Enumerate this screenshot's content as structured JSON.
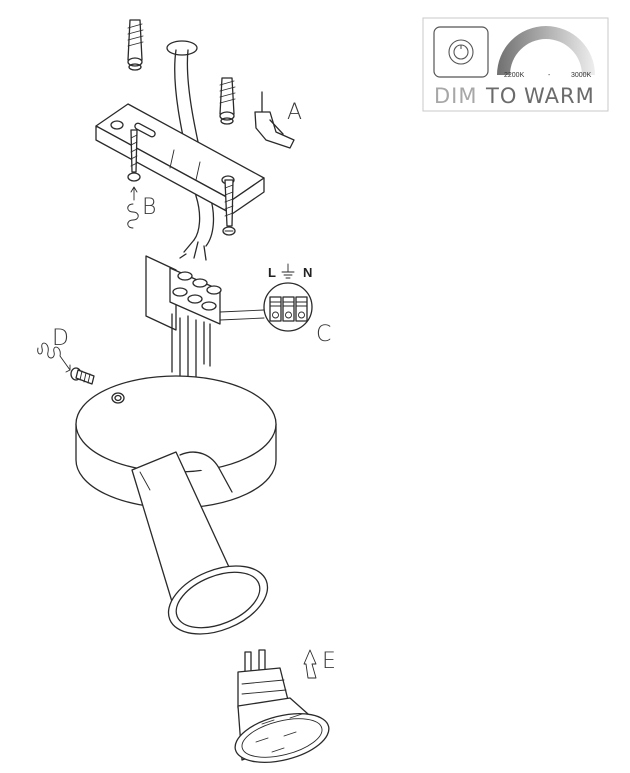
{
  "callouts": {
    "a": "A",
    "b": "B",
    "c": "C",
    "d": "D",
    "e": "E"
  },
  "terminal": {
    "live": "L",
    "neutral": "N"
  },
  "badge": {
    "kelvin_low": "2200K",
    "separator": "-",
    "kelvin_high": "3000K",
    "word_dim": "DIM",
    "word_to": "TO",
    "word_warm": "WARM",
    "colors": {
      "dim": "#a7a7a7",
      "to_warm": "#6b6b6b",
      "arc_dark": "#707070",
      "arc_light": "#eeeeee"
    }
  },
  "icons": [
    "wall-plug-icon",
    "screw-icon",
    "screwdriver-icon",
    "earth-ground-icon",
    "rotate-arrow-icon",
    "up-arrow-icon",
    "dimmer-knob-icon"
  ]
}
